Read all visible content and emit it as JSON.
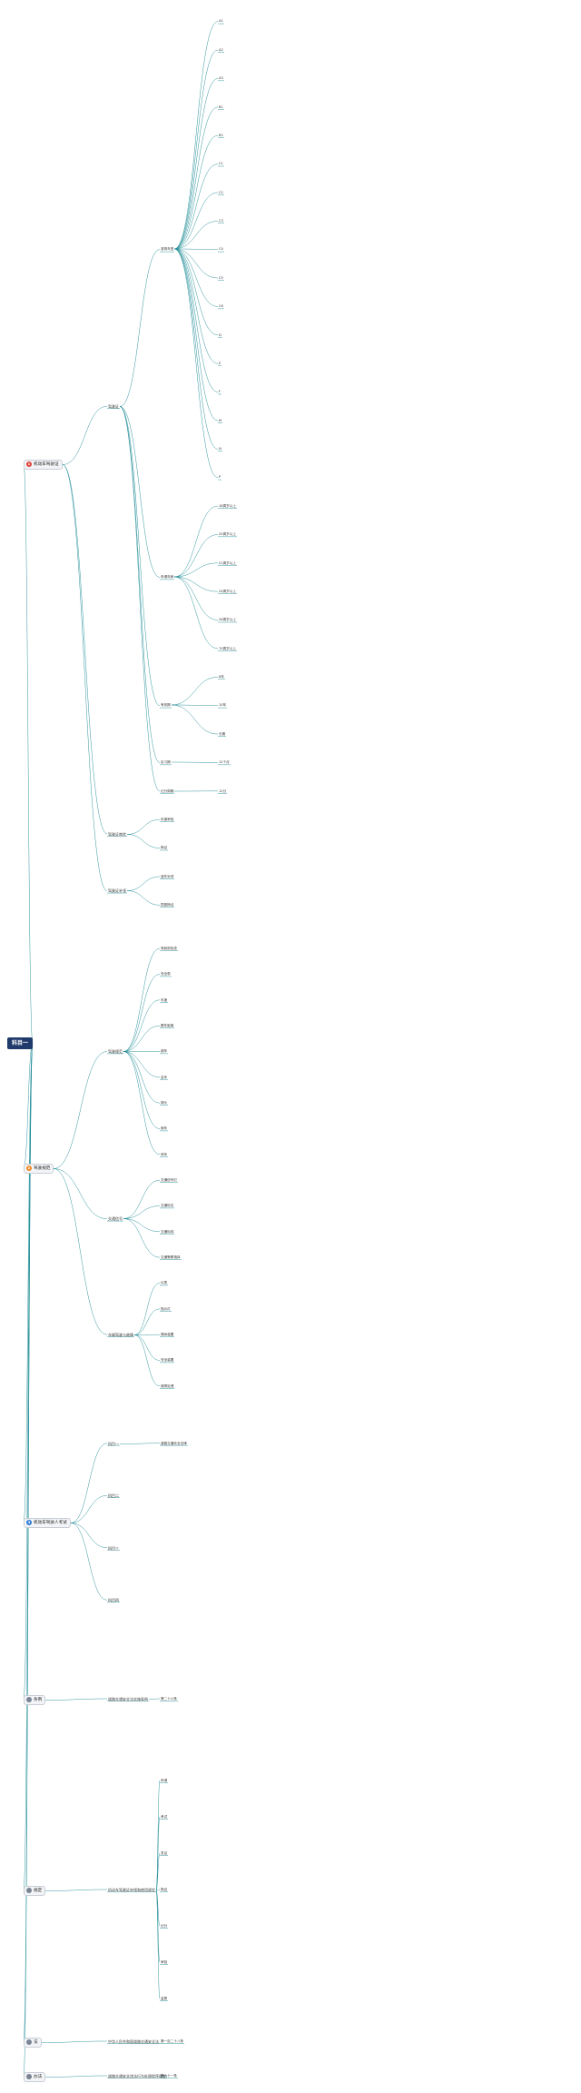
{
  "colors": {
    "root": "#1f3a6b",
    "edge": "#1b8a94",
    "red": "#e0443a",
    "orange": "#f08a24",
    "blue": "#2e7bd6",
    "gray": "#7a8494"
  },
  "root": {
    "label": "科目一",
    "icon": "mind-map-root"
  },
  "topics": [
    {
      "label": "机动车驾驶证",
      "num": "1",
      "badge": "red",
      "children": [
        {
          "label": "驾驶证",
          "children": [
            {
              "label": "准驾车型",
              "children": [
                {
                  "label": "A1"
                },
                {
                  "label": "A2"
                },
                {
                  "label": "A3"
                },
                {
                  "label": "B1"
                },
                {
                  "label": "B2"
                },
                {
                  "label": "C1"
                },
                {
                  "label": "C2"
                },
                {
                  "label": "C3"
                },
                {
                  "label": "C4"
                },
                {
                  "label": "C5"
                },
                {
                  "label": "C6"
                },
                {
                  "label": "D"
                },
                {
                  "label": "E"
                },
                {
                  "label": "F"
                },
                {
                  "label": "M"
                },
                {
                  "label": "N"
                },
                {
                  "label": "P"
                }
              ]
            },
            {
              "label": "申请年龄",
              "children": [
                {
                  "label": "18周岁以上"
                },
                {
                  "label": "20周岁以上"
                },
                {
                  "label": "21周岁以上"
                },
                {
                  "label": "24周岁以上"
                },
                {
                  "label": "26周岁以上"
                },
                {
                  "label": "70周岁以上"
                }
              ]
            },
            {
              "label": "有效期",
              "children": [
                {
                  "label": "6年"
                },
                {
                  "label": "10年"
                },
                {
                  "label": "长期"
                }
              ]
            },
            {
              "label": "实习期",
              "children": [
                {
                  "label": "12个月"
                }
              ]
            },
            {
              "label": "记分周期",
              "children": [
                {
                  "label": "12分"
                }
              ]
            }
          ]
        },
        {
          "label": "驾驶证审验",
          "children": [
            {
              "label": "年度审验"
            },
            {
              "label": "换证"
            }
          ]
        },
        {
          "label": "驾驶证补领",
          "children": [
            {
              "label": "遗失补领"
            },
            {
              "label": "损毁换证"
            }
          ]
        }
      ]
    },
    {
      "label": "驾驶规范",
      "num": "2",
      "badge": "orange",
      "children": [
        {
          "label": "驾驶规范",
          "children": [
            {
              "label": "驾驶前检查"
            },
            {
              "label": "安全带"
            },
            {
              "label": "车速"
            },
            {
              "label": "跟车距离"
            },
            {
              "label": "超车"
            },
            {
              "label": "会车"
            },
            {
              "label": "掉头"
            },
            {
              "label": "倒车"
            },
            {
              "label": "停车"
            }
          ]
        },
        {
          "label": "交通信号",
          "children": [
            {
              "label": "交通信号灯"
            },
            {
              "label": "交通标志"
            },
            {
              "label": "交通标线"
            },
            {
              "label": "交通警察指挥"
            }
          ]
        },
        {
          "label": "车辆驾驶与故障",
          "children": [
            {
              "label": "仪表"
            },
            {
              "label": "指示灯"
            },
            {
              "label": "操纵装置"
            },
            {
              "label": "安全装置"
            },
            {
              "label": "故障处理"
            }
          ]
        }
      ]
    },
    {
      "label": "机动车驾驶人考试",
      "num": "3",
      "badge": "blue",
      "children": [
        {
          "label": "科目一",
          "children": [
            {
              "label": "道路交通安全法律"
            }
          ]
        },
        {
          "label": "科目二"
        },
        {
          "label": "科目三"
        },
        {
          "label": "科目四"
        }
      ]
    },
    {
      "label": "条例",
      "num": "",
      "badge": "gray",
      "children": [
        {
          "label": "道路交通安全法实施条例",
          "children": [
            {
              "label": "第二十六条"
            }
          ]
        }
      ]
    },
    {
      "label": "规定",
      "num": "",
      "badge": "gray",
      "children": [
        {
          "label": "机动车驾驶证申领和使用规定",
          "children": [
            {
              "label": "申请"
            },
            {
              "label": "考试"
            },
            {
              "label": "发证"
            },
            {
              "label": "换证"
            },
            {
              "label": "记分"
            },
            {
              "label": "审验"
            },
            {
              "label": "监督"
            }
          ]
        }
      ]
    },
    {
      "label": "法",
      "num": "",
      "badge": "gray",
      "children": [
        {
          "label": "中华人民共和国道路交通安全法",
          "children": [
            {
              "label": "第一百二十八条"
            }
          ]
        }
      ]
    },
    {
      "label": "办法",
      "num": "",
      "badge": "gray",
      "children": [
        {
          "label": "道路交通安全违法行为处理程序规定",
          "children": [
            {
              "label": "第六十一条"
            }
          ]
        }
      ]
    }
  ]
}
